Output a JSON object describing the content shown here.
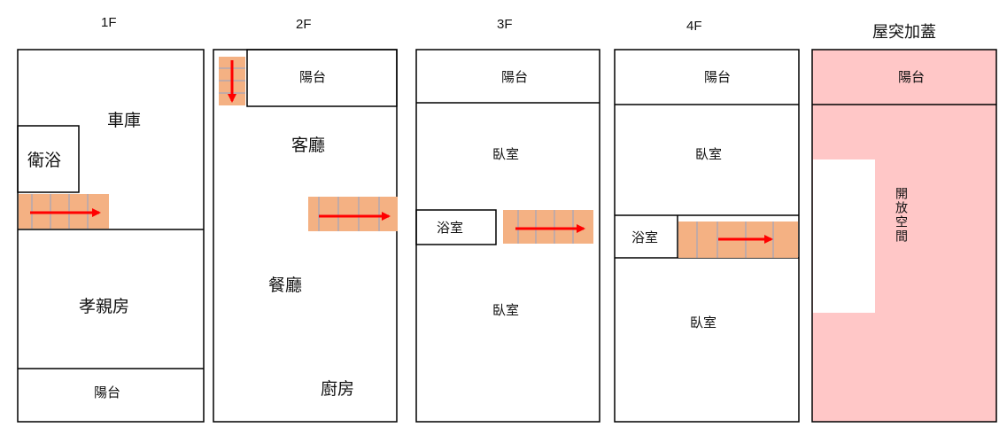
{
  "floors": {
    "f1": {
      "title": "1F",
      "rooms": {
        "garage": "車庫",
        "bathroom": "衛浴",
        "elder_room": "孝親房",
        "balcony": "陽台"
      }
    },
    "f2": {
      "title": "2F",
      "rooms": {
        "balcony": "陽台",
        "living": "客廳",
        "dining": "餐廳",
        "kitchen": "廚房"
      }
    },
    "f3": {
      "title": "3F",
      "rooms": {
        "balcony": "陽台",
        "bedroom_top": "臥室",
        "bathroom": "浴室",
        "bedroom_bottom": "臥室"
      }
    },
    "f4": {
      "title": "4F",
      "rooms": {
        "balcony": "陽台",
        "bedroom_top": "臥室",
        "bathroom": "浴室",
        "bedroom_bottom": "臥室"
      }
    },
    "roof": {
      "title": "屋突加蓋",
      "rooms": {
        "balcony": "陽台",
        "open_space": "開放空間"
      }
    }
  },
  "colors": {
    "stair_fill": "#f4b183",
    "arrow": "#ff0000",
    "roof_fill": "#ffc7c7",
    "wall": "#000000"
  }
}
